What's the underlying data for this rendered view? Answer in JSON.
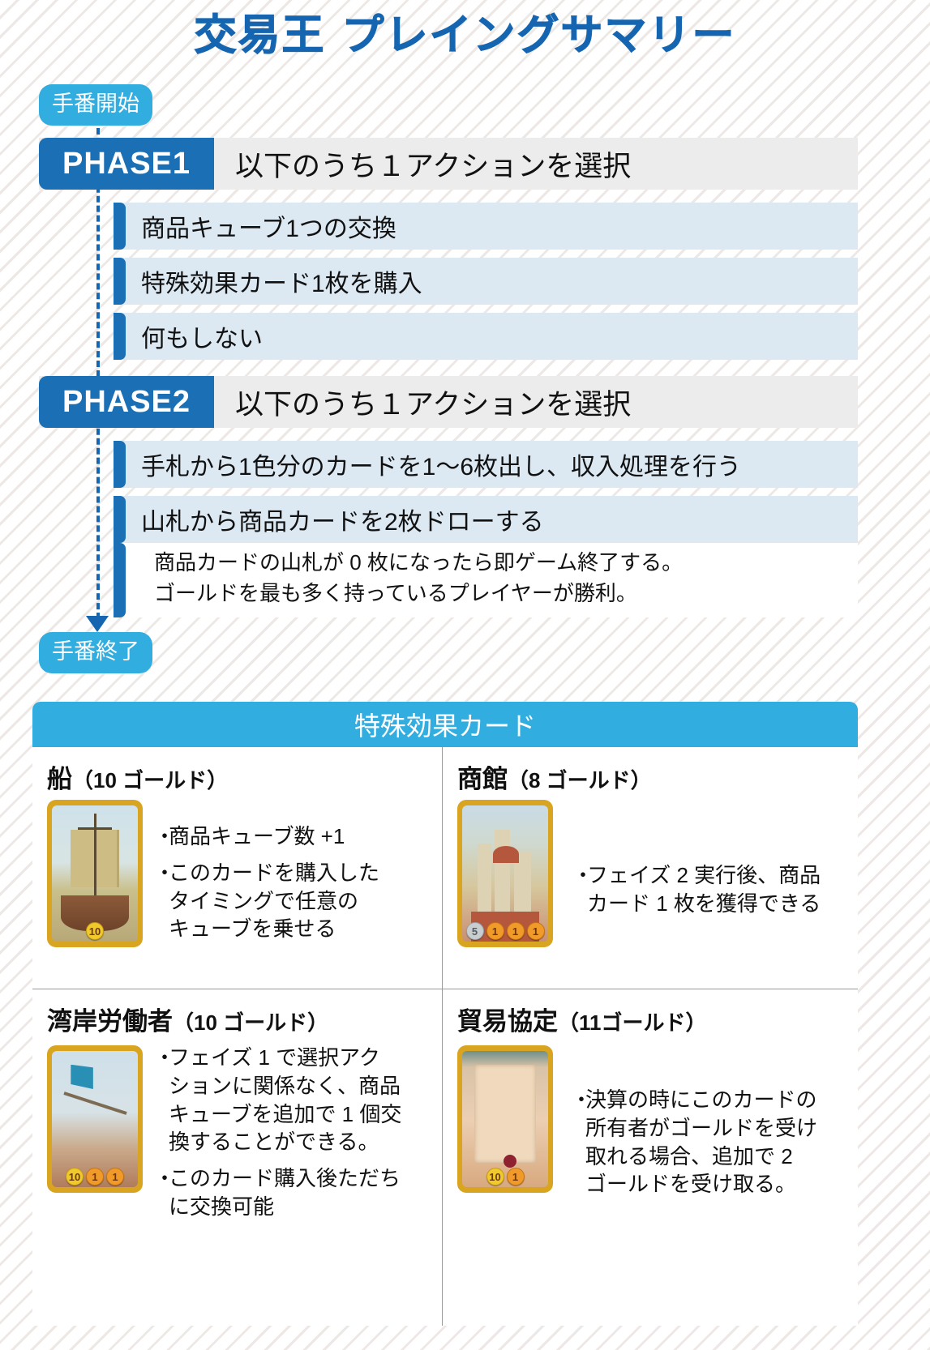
{
  "title": "交易王 プレイングサマリー",
  "flow": {
    "start_label": "手番開始",
    "end_label": "手番終了",
    "phases": [
      {
        "tag": "PHASE1",
        "desc": "以下のうち１アクションを選択"
      },
      {
        "tag": "PHASE2",
        "desc": "以下のうち１アクションを選択"
      }
    ],
    "phase1_actions": [
      "商品キューブ1つの交換",
      "特殊効果カード1枚を購入",
      "何もしない"
    ],
    "phase2_actions": [
      "手札から1色分のカードを1〜6枚出し、収入処理を行う",
      "山札から商品カードを2枚ドローする"
    ],
    "note_line1": "商品カードの山札が 0 枚になったら即ゲーム終了する。",
    "note_line2": "ゴールドを最も多く持っているプレイヤーが勝利。"
  },
  "cards_panel": {
    "header": "特殊効果カード",
    "cards": [
      {
        "name": "船",
        "cost": "（10 ゴールド）",
        "art": "ship-card-art",
        "coins": [
          {
            "value": "10",
            "color": "gold"
          }
        ],
        "bullets": [
          "商品キューブ数 +1",
          "このカードを購入した\nタイミングで任意の\nキューブを乗せる"
        ]
      },
      {
        "name": "商館",
        "cost": "（8 ゴールド）",
        "art": "trading-house-card-art",
        "coins": [
          {
            "value": "5",
            "color": "silver"
          },
          {
            "value": "1",
            "color": "orange"
          },
          {
            "value": "1",
            "color": "orange"
          },
          {
            "value": "1",
            "color": "orange"
          }
        ],
        "bullets": [
          "フェイズ 2 実行後、商品\nカード 1 枚を獲得できる"
        ]
      },
      {
        "name": "湾岸労働者",
        "cost": "（10 ゴールド）",
        "art": "dock-worker-card-art",
        "coins": [
          {
            "value": "10",
            "color": "gold"
          },
          {
            "value": "1",
            "color": "orange"
          },
          {
            "value": "1",
            "color": "orange"
          }
        ],
        "bullets": [
          "フェイズ 1 で選択アク\nションに関係なく、商品\nキューブを追加で 1 個交\n換することができる。",
          "このカード購入後ただち\nに交換可能"
        ]
      },
      {
        "name": "貿易協定",
        "cost": "（11ゴールド）",
        "art": "trade-agreement-card-art",
        "coins": [
          {
            "value": "10",
            "color": "gold"
          },
          {
            "value": "1",
            "color": "orange"
          }
        ],
        "bullets": [
          "決算の時にこのカードの\n所有者がゴールドを受け\n取れる場合、追加で 2\nゴールドを受け取る。"
        ]
      }
    ],
    "bullet_glyph": "・"
  },
  "colors": {
    "title_blue": "#1565b0",
    "phase_blue": "#1b6fb5",
    "pill_blue": "#32addf",
    "action_bg": "#dce9f3",
    "phase_row_bg": "#ececec",
    "card_border_gold": "#d9a520"
  }
}
